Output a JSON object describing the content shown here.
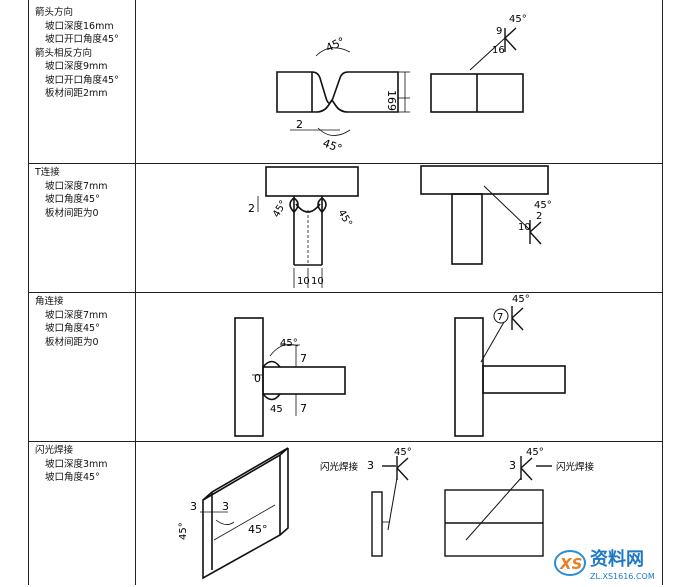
{
  "rows": [
    {
      "lines": [
        {
          "text": "箭头方向",
          "indent": false
        },
        {
          "text": "坡口深度16mm",
          "indent": true
        },
        {
          "text": "坡口开口角度45°",
          "indent": true
        },
        {
          "text": "箭头相反方向",
          "indent": false
        },
        {
          "text": "坡口深度9mm",
          "indent": true
        },
        {
          "text": "坡口开口角度45°",
          "indent": true
        },
        {
          "text": "板材间距2mm",
          "indent": true
        }
      ],
      "labels": {
        "angle_top": "45°",
        "depth_a": "16",
        "depth_b": "9",
        "gap": "2",
        "angle_bottom": "45°",
        "sym_top_angle": "45°",
        "sym_top_depth": "9",
        "sym_bottom_depth": "16"
      }
    },
    {
      "lines": [
        {
          "text": "T连接",
          "indent": false
        },
        {
          "text": "坡口深度7mm",
          "indent": true
        },
        {
          "text": "坡口角度45°",
          "indent": true
        },
        {
          "text": "板材间距为0",
          "indent": true
        }
      ],
      "labels": {
        "gap": "2",
        "angle_left": "45°",
        "angle_right": "45°",
        "dim_left": "10",
        "dim_right": "10",
        "sym_angle": "45°",
        "sym_depth": "2",
        "sym_size": "10"
      }
    },
    {
      "lines": [
        {
          "text": "角连接",
          "indent": false
        },
        {
          "text": "坡口深度7mm",
          "indent": true
        },
        {
          "text": "坡口角度45°",
          "indent": true
        },
        {
          "text": "板材间距为0",
          "indent": true
        }
      ],
      "labels": {
        "angle_top": "45°",
        "depth": "7",
        "gap": "0",
        "angle_bottom": "45",
        "depth_bottom": "7",
        "sym_angle": "45°",
        "sym_depth": "7"
      }
    },
    {
      "lines": [
        {
          "text": "闪光焊接",
          "indent": false
        },
        {
          "text": "坡口深度3mm",
          "indent": true
        },
        {
          "text": "坡口角度45°",
          "indent": true
        }
      ],
      "labels": {
        "dim_a": "3",
        "dim_b": "3",
        "angle_a": "45°",
        "angle_b": "45°",
        "flash_label_left": "闪光焊接",
        "flash_label_right": "闪光焊接",
        "sym_left_depth": "3",
        "sym_left_angle": "45°",
        "sym_right_depth": "3",
        "sym_right_angle": "45°"
      }
    }
  ],
  "watermark": {
    "name": "资料网",
    "url": "ZL.XS1616.COM",
    "logo": "XS"
  }
}
